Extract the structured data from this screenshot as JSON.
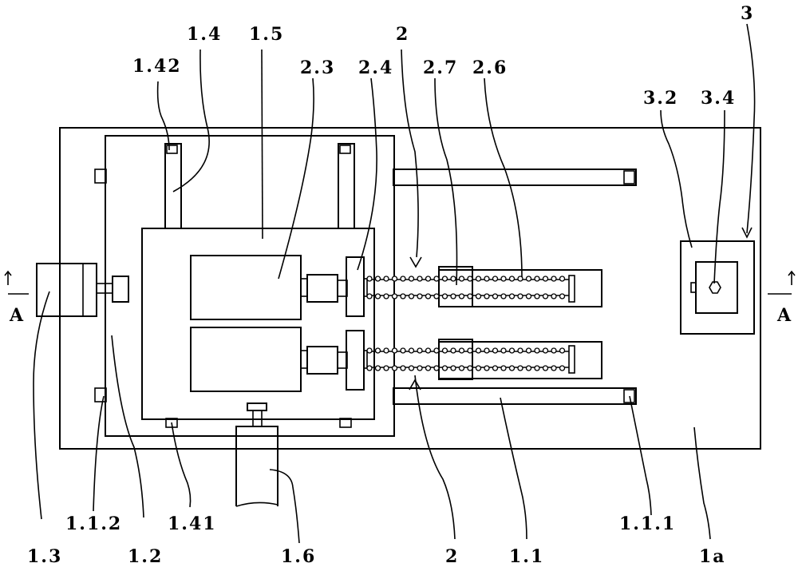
{
  "figure": {
    "labels": {
      "l_1_42": "1.42",
      "l_1_4": "1.4",
      "l_1_5": "1.5",
      "l_2_3": "2.3",
      "l_2_4": "2.4",
      "l_2_top": "2",
      "l_2_7": "2.7",
      "l_2_6": "2.6",
      "l_3_2": "3.2",
      "l_3_4": "3.4",
      "l_3": "3",
      "l_a_left": "A",
      "l_a_right": "A",
      "l_1_3": "1.3",
      "l_1_1_2": "1.1.2",
      "l_1_2": "1.2",
      "l_1_41": "1.41",
      "l_1_6": "1.6",
      "l_2_bottom": "2",
      "l_1_1": "1.1",
      "l_1_1_1": "1.1.1",
      "l_1a": "1a"
    }
  }
}
